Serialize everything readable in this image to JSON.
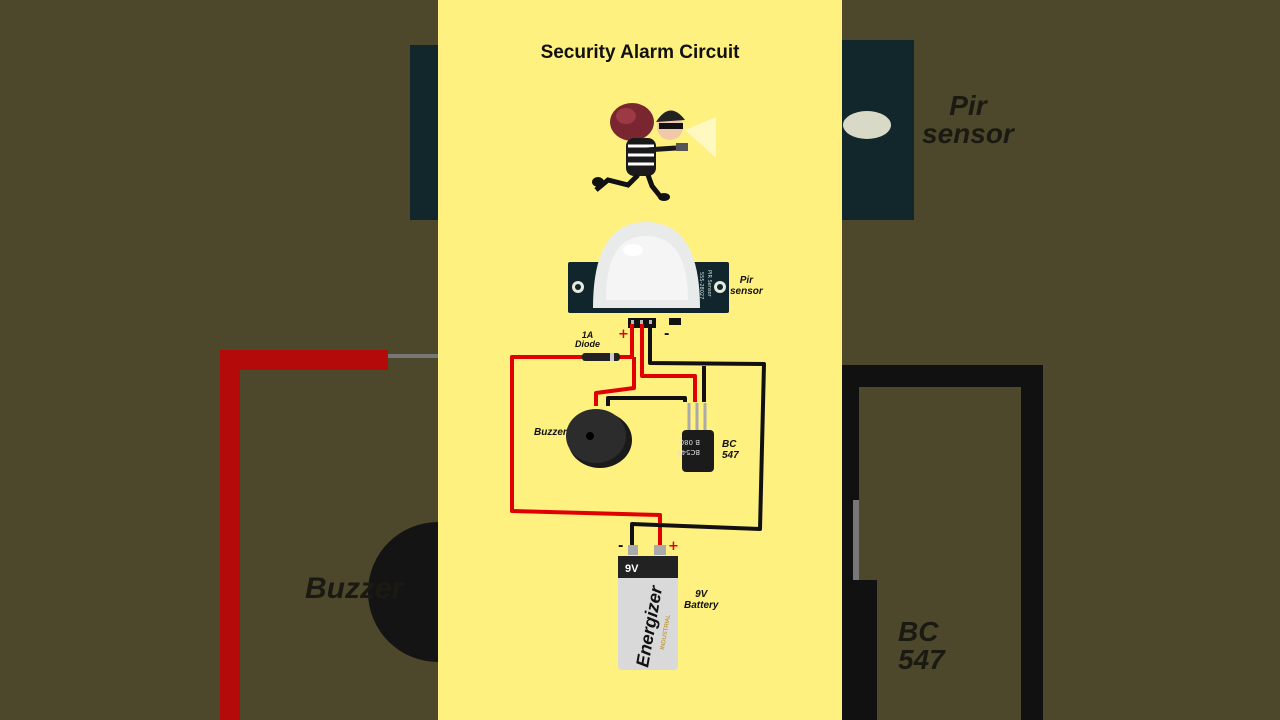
{
  "title": "Security Alarm Circuit",
  "labels": {
    "pir": "Pir\nsensor",
    "diode": "1A\nDiode",
    "buzzer": "Buzzer",
    "transistor": "BC\n547",
    "battery": "9V\nBattery"
  },
  "markings": {
    "plus": "+",
    "minus": "-",
    "battery_voltage": "9V",
    "battery_brand": "Energizer",
    "battery_line": "INDUSTRIAL",
    "transistor_code": "BC547",
    "transistor_lot": "B 080",
    "pir_board": "PIR Sensor",
    "pir_board_code": "555-28027"
  },
  "background": {
    "left_label": "Buzzer",
    "right_label_1": "Pir\nsensor",
    "right_label_2": "BC\n547"
  },
  "colors": {
    "panel": "#fff17f",
    "wire_positive": "#e00000",
    "wire_negative": "#111111"
  }
}
